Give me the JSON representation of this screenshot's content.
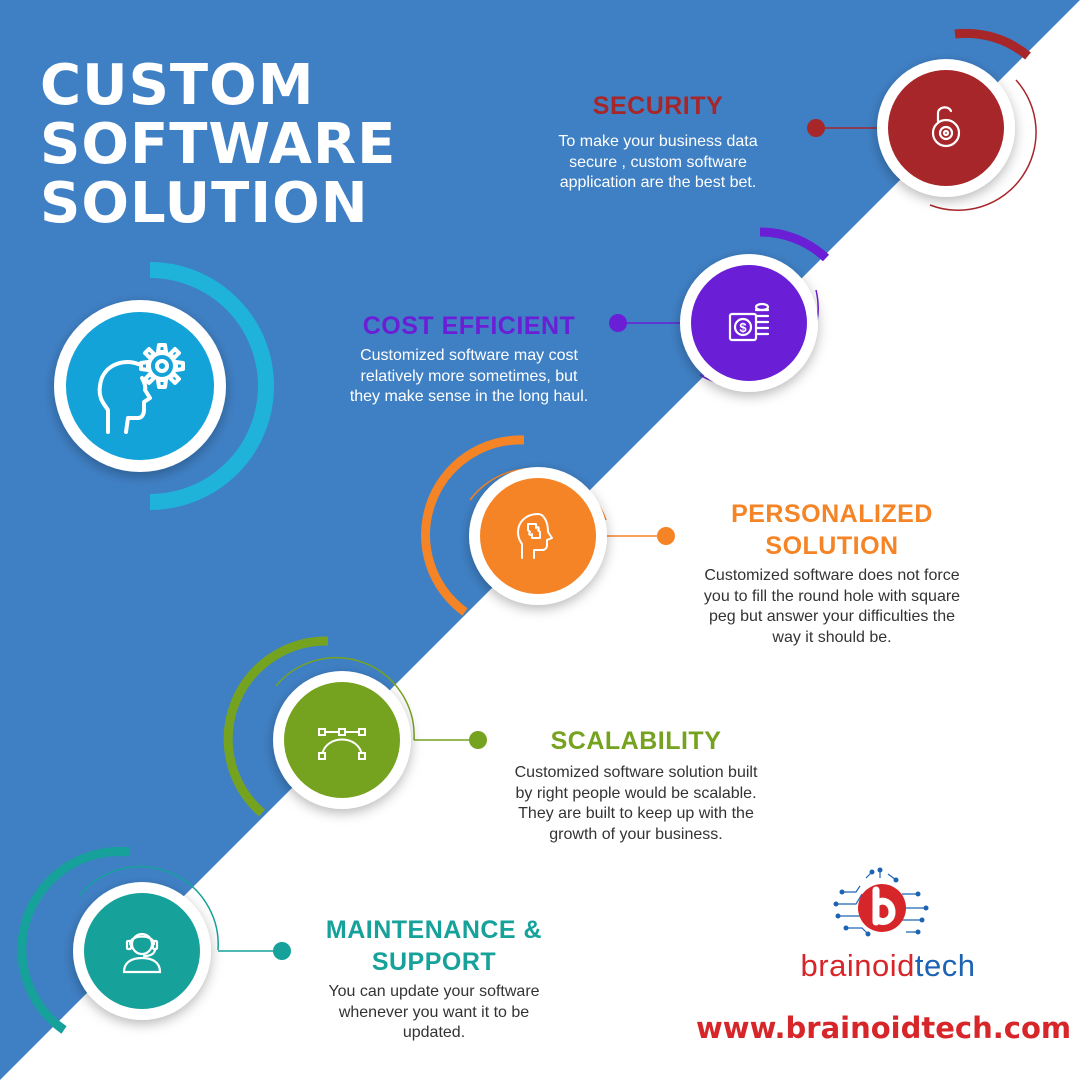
{
  "title": {
    "line1": "CUSTOM",
    "line2": "SOFTWARE",
    "line3": "SOLUTION"
  },
  "colors": {
    "background_blue": "#3f80c4",
    "security": "#a6262a",
    "cost": "#6a1fd6",
    "personalized": "#f58426",
    "scalability": "#76a31f",
    "maintenance": "#16a19a",
    "brand_red": "#d7262a",
    "brand_blue": "#1d63b4"
  },
  "features": {
    "security": {
      "title": "SECURITY",
      "text": "To make your business data secure , custom software application are the best bet.",
      "icon": "padlock-gear-icon"
    },
    "cost": {
      "title": "COST  EFFICIENT",
      "text": "Customized software may cost relatively more sometimes, but they make sense in the long haul.",
      "icon": "coins-dollar-icon"
    },
    "personalized": {
      "title_line1": "PERSONALIZED",
      "title_line2": "SOLUTION",
      "text": "Customized software does not force you to fill the round hole with square peg but answer your difficulties the way it should be.",
      "icon": "head-puzzle-icon"
    },
    "scalability": {
      "title": "SCALABILITY",
      "text": "Customized software solution built by right people would be scalable. They are built to keep up with the growth of your business.",
      "icon": "bezier-curve-icon"
    },
    "maintenance": {
      "title_line1": "MAINTENANCE &",
      "title_line2": "SUPPORT",
      "text": "You can update your software whenever you want it to be updated.",
      "icon": "support-headset-icon"
    }
  },
  "hero_icon": "head-gear-icon",
  "brand": {
    "part1": "brainoid",
    "part2": "tech",
    "url": "www.brainoidtech.com",
    "logo_icon": "brain-circuit-logo-icon"
  }
}
